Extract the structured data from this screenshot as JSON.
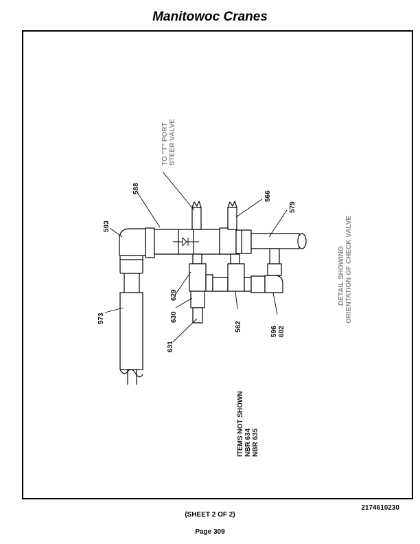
{
  "header": {
    "title": "Manitowoc Cranes"
  },
  "diagram": {
    "note_steer_port": [
      "TO \"T\" PORT",
      "STEER VALVE"
    ],
    "note_detail": [
      "DETAIL SHOWING",
      "ORIENTATION OF CHECK VALVE"
    ],
    "note_items_not_shown": [
      "ITEMS NOT SHOWN",
      "NBR 634",
      "NBR 635"
    ],
    "callouts": {
      "c588": "588",
      "c566": "566",
      "c579": "579",
      "c593": "593",
      "c629": "629",
      "c630": "630",
      "c631": "631",
      "c573": "573",
      "c562": "562",
      "c596": "596",
      "c602": "602"
    }
  },
  "footer": {
    "drawing_number": "2174610230",
    "sheet": "(SHEET 2 OF 2)",
    "page": "Page 309"
  }
}
